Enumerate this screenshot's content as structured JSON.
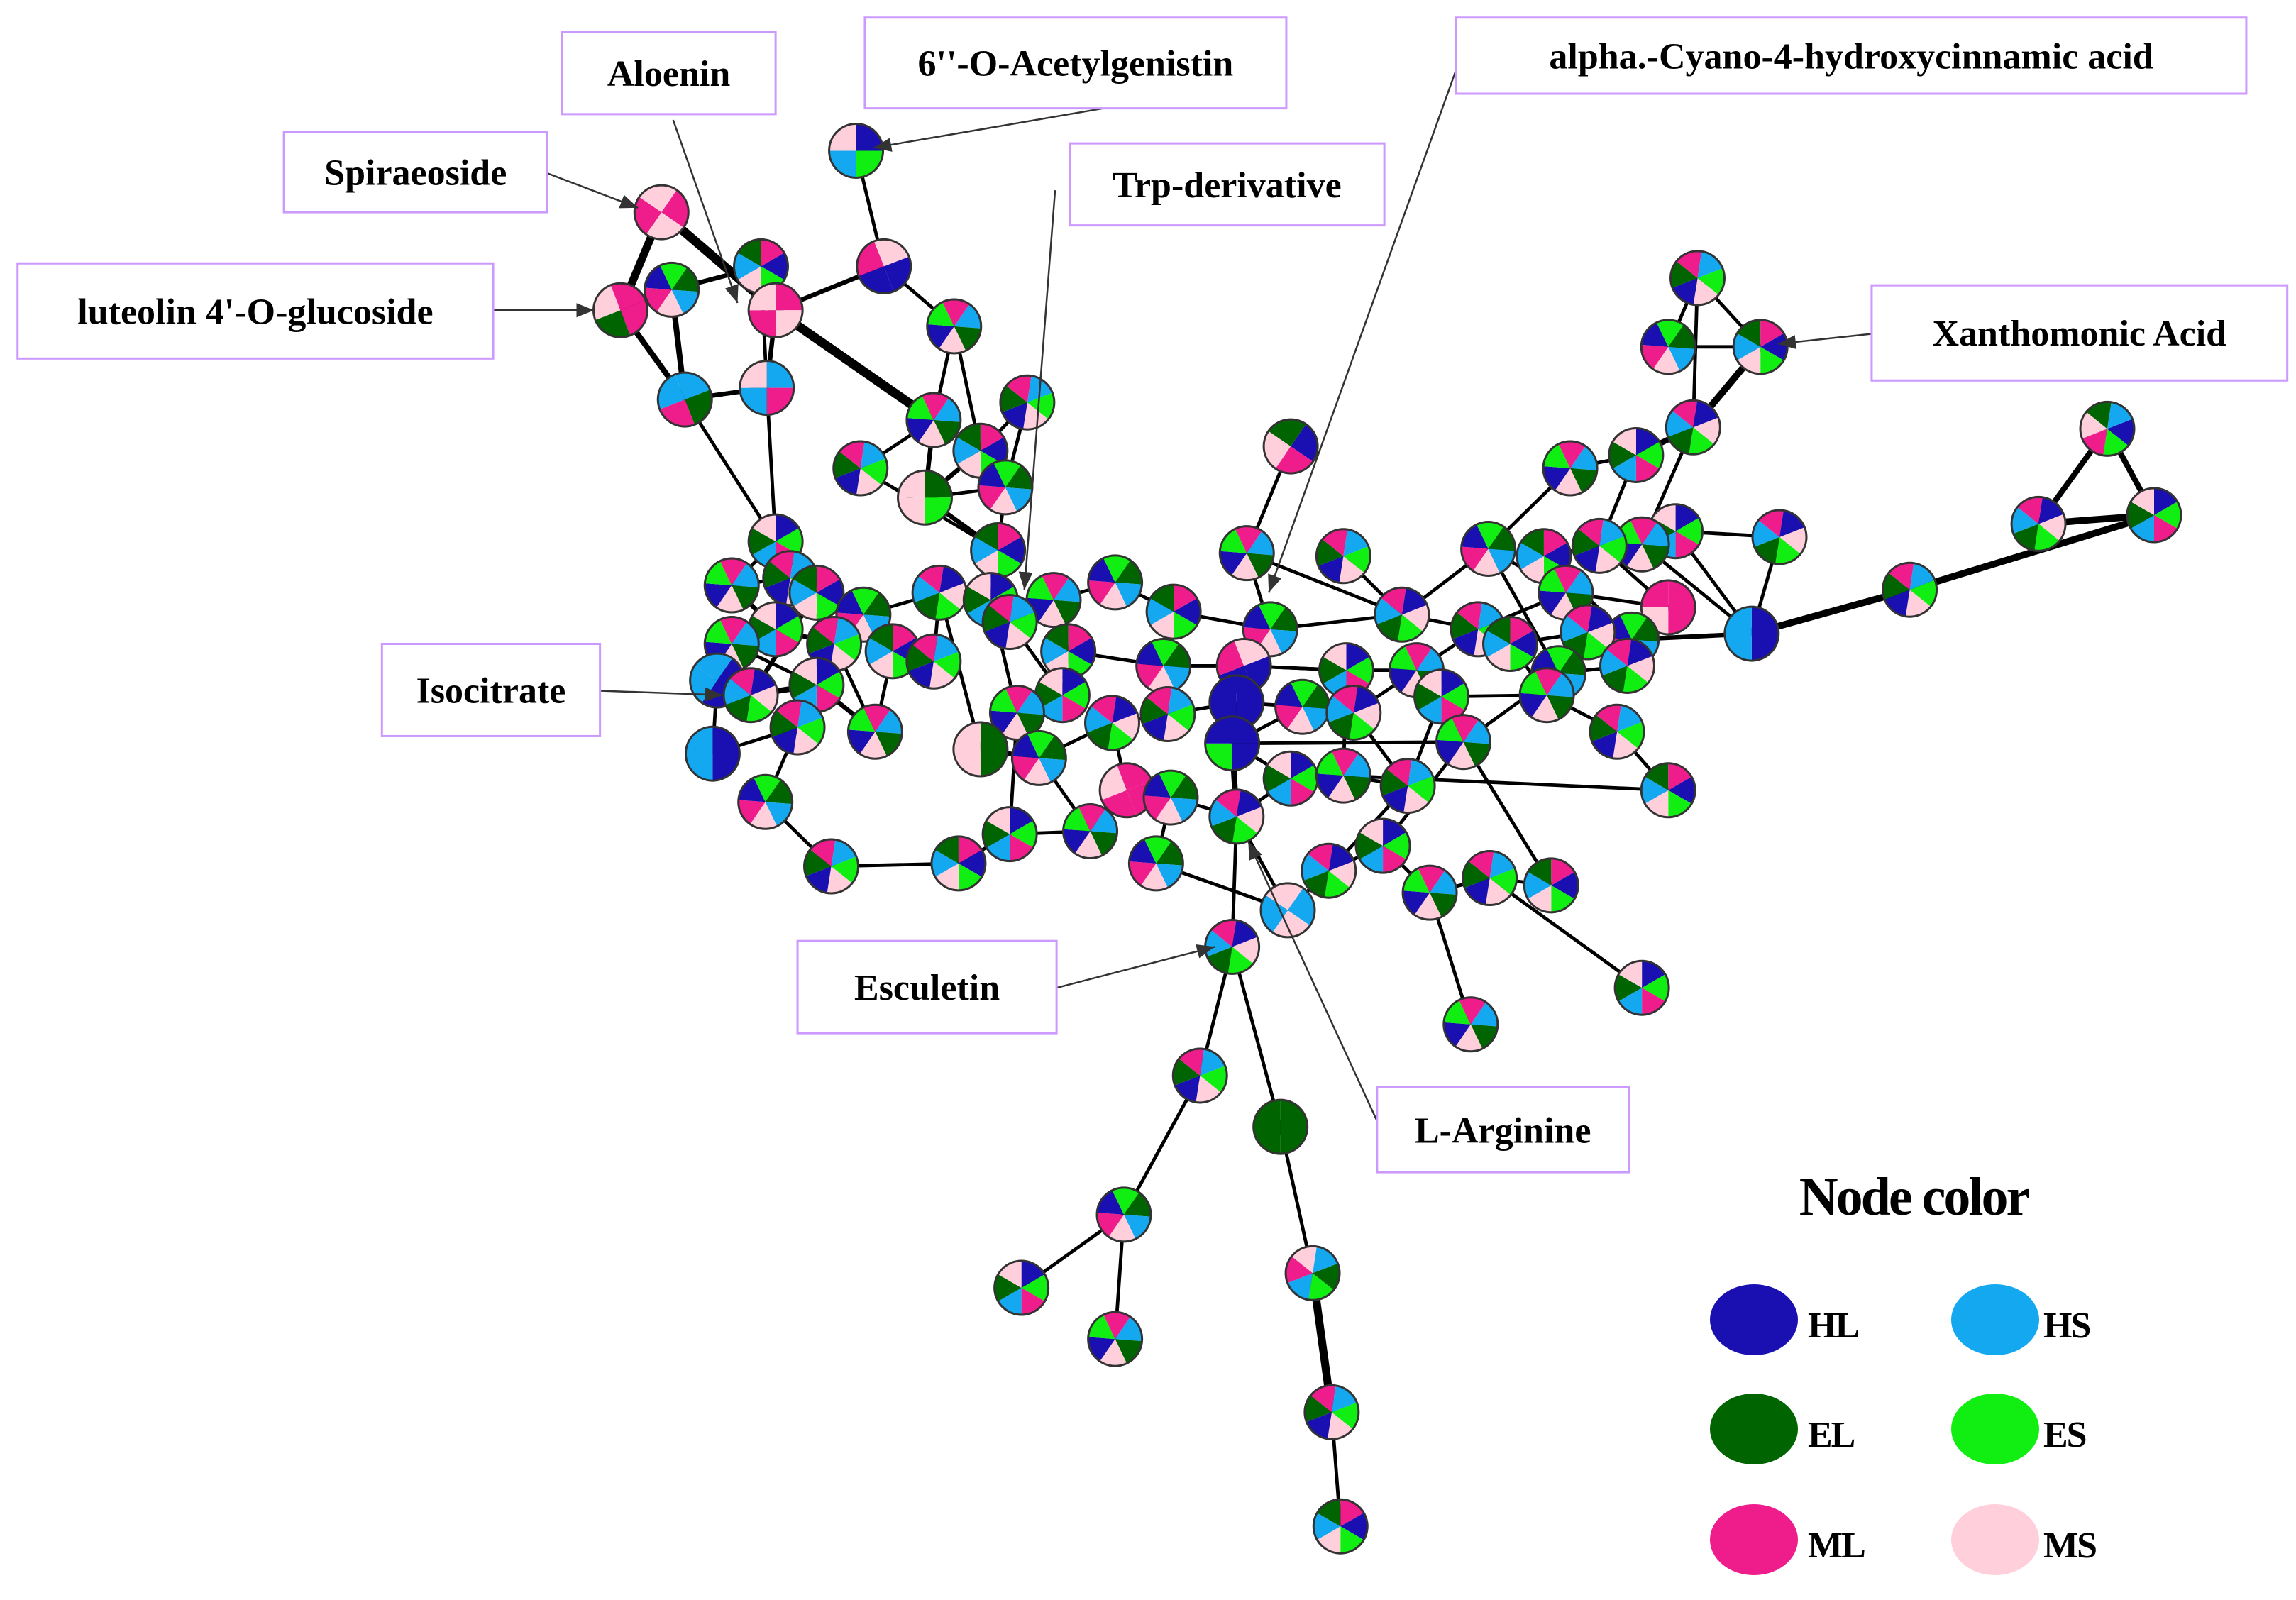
{
  "groups": [
    {
      "id": "HL",
      "label": "HL",
      "color": "#1a0fb0"
    },
    {
      "id": "HS",
      "label": "HS",
      "color": "#14a8f0"
    },
    {
      "id": "EL",
      "label": "EL",
      "color": "#006400"
    },
    {
      "id": "ES",
      "label": "ES",
      "color": "#11ee11"
    },
    {
      "id": "ML",
      "label": "ML",
      "color": "#ef1c8c"
    },
    {
      "id": "MS",
      "label": "MS",
      "color": "#ffd0dc"
    }
  ],
  "legend": {
    "title": "Node color"
  },
  "annotations": [
    {
      "id": "aloenin",
      "text": "Aloenin"
    },
    {
      "id": "acetylgenistin",
      "text": "6''-O-Acetylgenistin"
    },
    {
      "id": "cyano",
      "text": "alpha.-Cyano-4-hydroxycinnamic acid"
    },
    {
      "id": "spiraeoside",
      "text": "Spiraeoside"
    },
    {
      "id": "trp",
      "text": "Trp-derivative"
    },
    {
      "id": "luteolin",
      "text": "luteolin 4'-O-glucoside"
    },
    {
      "id": "xanthomonic",
      "text": "Xanthomonic Acid"
    },
    {
      "id": "isocitrate",
      "text": "Isocitrate"
    },
    {
      "id": "esculetin",
      "text": "Esculetin"
    },
    {
      "id": "arginine",
      "text": "L-Arginine"
    }
  ]
}
